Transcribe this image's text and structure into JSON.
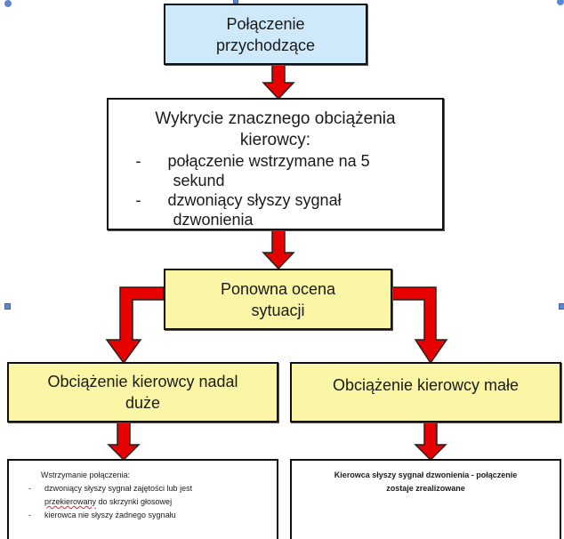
{
  "diagram": {
    "colors": {
      "arrow": "#e60000",
      "box_blue": "#cde9fa",
      "box_yellow": "#fbf5a6",
      "box_white": "#ffffff",
      "handle": "#5b86d2"
    },
    "incoming_call": {
      "line1": "Połączenie",
      "line2": "przychodzące"
    },
    "detection": {
      "title_line1": "Wykrycie znacznego obciążenia",
      "title_line2": "kierowcy:",
      "bullet_marker": "-",
      "bullets": [
        {
          "line1": "połączenie wstrzymane na 5",
          "line2": "sekund"
        },
        {
          "line1": "dzwoniący słyszy sygnał",
          "line2": "dzwonienia"
        }
      ]
    },
    "reassessment": {
      "line1": "Ponowna ocena",
      "line2": "sytuacji"
    },
    "load_high": {
      "line1": "Obciążenie kierowcy nadal",
      "line2": "duże"
    },
    "load_low": {
      "line1": "Obciążenie kierowcy małe"
    },
    "hold_result": {
      "title": "Wstrzymanie połączenia:",
      "bullet_marker": "-",
      "bullets": [
        {
          "line1": "dzwoniący słyszy sygnał zajętości lub jest",
          "line2_underlined": "przekierowany",
          "line2_rest": " do skrzynki głosowej"
        },
        {
          "line1": "kierowca nie słyszy żadnego sygnału"
        }
      ]
    },
    "connect_result": {
      "line1": "Kierowca słyszy sygnał dzwonienia - połączenie",
      "line2": "zostaje zrealizowane"
    }
  }
}
